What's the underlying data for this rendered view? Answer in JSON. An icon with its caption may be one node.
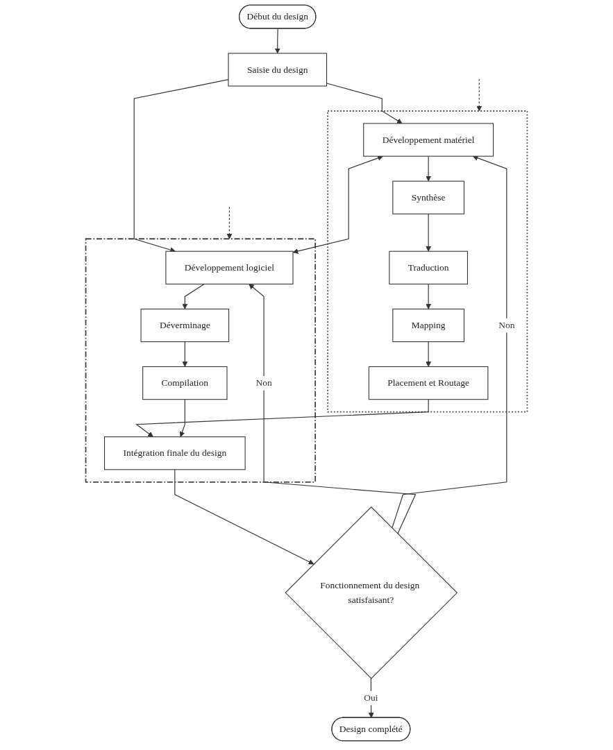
{
  "diagram": {
    "nodes": [
      {
        "text": [
          "Début du design"
        ]
      },
      {
        "text": [
          "Saisie du design"
        ]
      },
      {
        "text": [],
        "shape": "box"
      },
      {
        "text": [
          "Développement matériel"
        ],
        "in": 2
      },
      {
        "text": [],
        "shape": "box"
      },
      {
        "text": [
          "Développement logiciel"
        ],
        "in": 4
      },
      {
        "text": [
          "Synthèse"
        ],
        "in": 2
      },
      {
        "text": [
          "Déverminage"
        ],
        "in": 4
      },
      {
        "text": [
          "Traduction"
        ],
        "in": 2
      },
      {
        "text": [
          "Compilation"
        ],
        "in": 4
      },
      {
        "text": [
          "Mapping"
        ],
        "in": 2
      },
      {
        "text": [
          "Placement et Routage"
        ],
        "in": 2
      },
      {
        "text": [
          "Intégration finale du design"
        ],
        "in": 4
      },
      {
        "text": [
          "Fonctionnement du design satisfaisant?"
        ]
      },
      {
        "text": [
          "Design complété"
        ]
      }
    ],
    "edges": [
      {
        "from": 0,
        "to": 1,
        "arrow": "to"
      },
      {
        "from": 1,
        "to": 3,
        "arrow": "to"
      },
      {
        "from": 1,
        "to": 5,
        "arrow": "to"
      },
      {
        "from": 3,
        "to": 5,
        "arrow": "both"
      },
      {
        "from": 3,
        "to": 6,
        "arrow": "to"
      },
      {
        "from": 6,
        "to": 8,
        "arrow": "to"
      },
      {
        "from": 8,
        "to": 10,
        "arrow": "to"
      },
      {
        "from": 10,
        "to": 11,
        "arrow": "to"
      },
      {
        "from": 5,
        "to": 7,
        "arrow": "to"
      },
      {
        "from": 7,
        "to": 9,
        "arrow": "to"
      },
      {
        "from": 11,
        "to": 12,
        "arrow": "to"
      },
      {
        "from": 9,
        "to": 12,
        "arrow": "to"
      },
      {
        "from": 12,
        "to": 13,
        "arrow": "to"
      },
      {
        "from": 13,
        "to": 3,
        "label": "Non",
        "arrow": "to"
      },
      {
        "from": 13,
        "to": 5,
        "label": "Non",
        "arrow": "to"
      },
      {
        "from": 13,
        "to": 14,
        "label": "Oui",
        "arrow": "to"
      },
      {
        "from": null,
        "to": 2,
        "arrow": "to",
        "style": "dashed"
      },
      {
        "from": null,
        "to": 4,
        "arrow": "to",
        "style": "dashed"
      }
    ]
  }
}
